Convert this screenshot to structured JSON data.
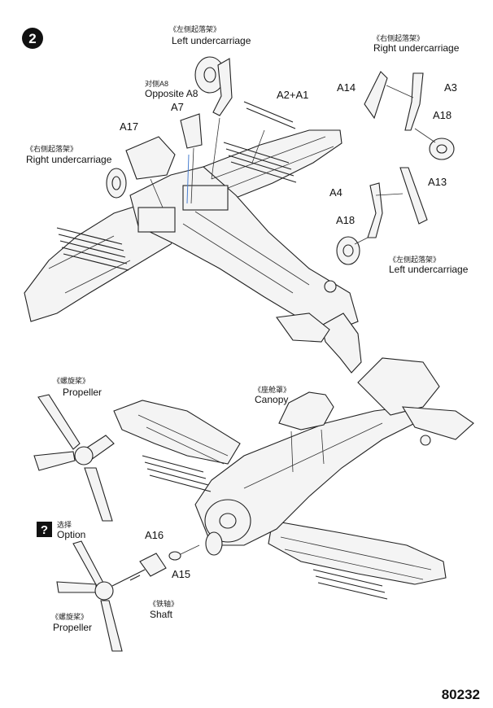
{
  "step": {
    "number": "2"
  },
  "labels": {
    "left_uc_top_cn": "《左侧起落架》",
    "left_uc_top_en": "Left undercarriage",
    "opposite_cn": "对侧A8",
    "opposite_en": "Opposite A8",
    "a7": "A7",
    "a2a1": "A2+A1",
    "a17": "A17",
    "right_uc_left_cn": "《右侧起落架》",
    "right_uc_left_en": "Right undercarriage",
    "right_uc_tr_cn": "《右侧起落架》",
    "right_uc_tr_en": "Right undercarriage",
    "a14": "A14",
    "a3": "A3",
    "a18_top": "A18",
    "a4": "A4",
    "a13": "A13",
    "a18_mid": "A18",
    "left_uc_br_cn": "《左侧起落架》",
    "left_uc_br_en": "Left undercarriage",
    "propeller_top_cn": "《螺旋桨》",
    "propeller_top_en": "Propeller",
    "canopy_cn": "《座舱罩》",
    "canopy_en": "Canopy",
    "option_cn": "选择",
    "option_en": "Option",
    "option_icon": "?",
    "a16": "A16",
    "a15": "A15",
    "shaft_cn": "《铁轴》",
    "shaft_en": "Shaft",
    "propeller_bot_cn": "《螺旋桨》",
    "propeller_bot_en": "Propeller",
    "code": "80232"
  }
}
